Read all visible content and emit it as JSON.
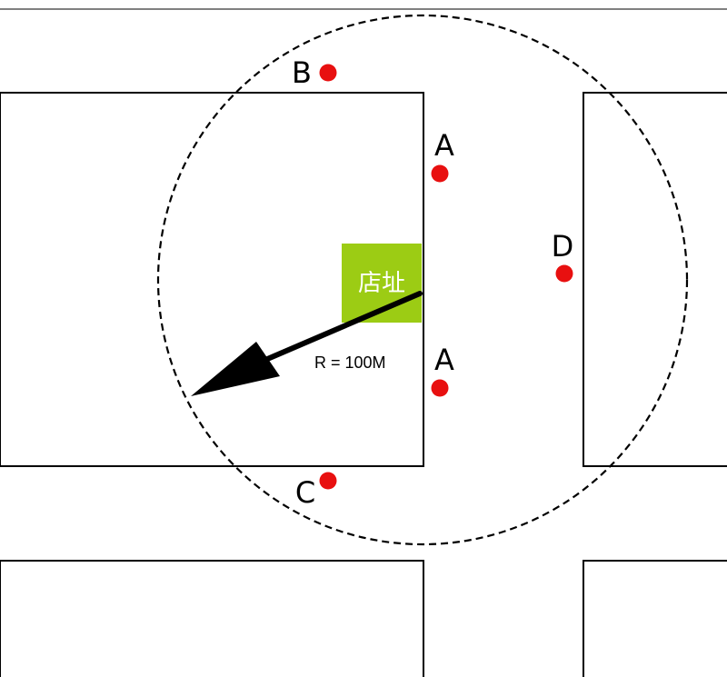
{
  "diagram": {
    "store_label": "店址",
    "radius_label": "R = 100M",
    "points": {
      "b": {
        "label": "B"
      },
      "a_upper": {
        "label": "A"
      },
      "d": {
        "label": "D"
      },
      "a_lower": {
        "label": "A"
      },
      "c": {
        "label": "C"
      }
    },
    "colors": {
      "point": "#e81010",
      "store": "#9ccc14",
      "line": "#000000",
      "background": "#ffffff"
    }
  }
}
